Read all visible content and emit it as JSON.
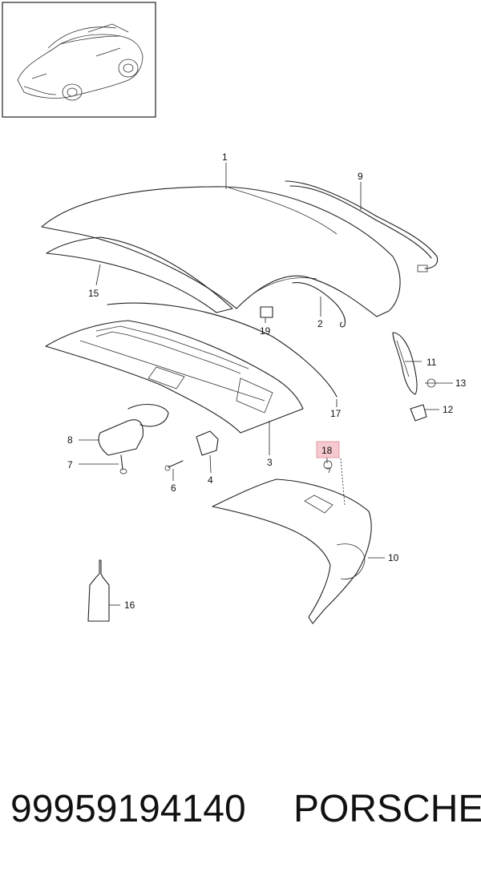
{
  "callouts": [
    {
      "id": "1",
      "label": "1"
    },
    {
      "id": "2",
      "label": "2"
    },
    {
      "id": "3",
      "label": "3"
    },
    {
      "id": "4",
      "label": "4"
    },
    {
      "id": "6",
      "label": "6"
    },
    {
      "id": "7",
      "label": "7"
    },
    {
      "id": "8",
      "label": "8"
    },
    {
      "id": "9",
      "label": "9"
    },
    {
      "id": "10",
      "label": "10"
    },
    {
      "id": "11",
      "label": "11"
    },
    {
      "id": "12",
      "label": "12"
    },
    {
      "id": "13",
      "label": "13"
    },
    {
      "id": "15",
      "label": "15"
    },
    {
      "id": "16",
      "label": "16"
    },
    {
      "id": "17",
      "label": "17"
    },
    {
      "id": "18",
      "label": "18",
      "highlighted": true
    },
    {
      "id": "19",
      "label": "19"
    }
  ],
  "highlight_color": "#f6c9cf",
  "highlight_border": "#d98a94",
  "footer": {
    "part_number": "99959194140",
    "brand": "PORSCHE"
  }
}
